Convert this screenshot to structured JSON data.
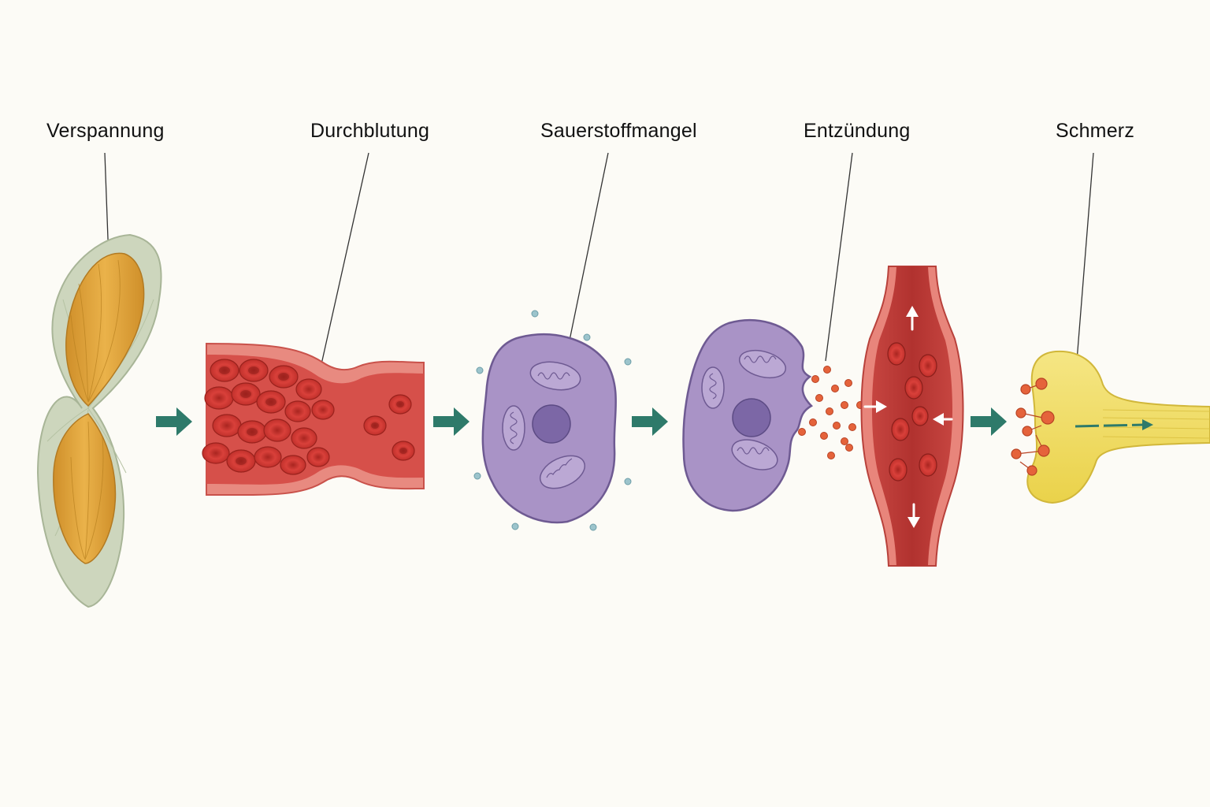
{
  "labels": {
    "tension": "Verspannung",
    "blood_flow": "Durchblutung",
    "oxygen_deficit": "Sauerstoffmangel",
    "inflammation": "Entzündung",
    "pain": "Schmerz"
  },
  "colors": {
    "background": "#fcfbf6",
    "arrow": "#2e7a6a",
    "muscle": "#e3a63a",
    "fascia": "#c9d4b8",
    "vessel": "#d24c49",
    "blood_cell": "#d63b32",
    "cell": "#a993c6",
    "nucleus": "#7c67a6",
    "oxygen_dots": "#9cc4cc",
    "mediators": "#e5633b",
    "nerve": "#f3e06a"
  },
  "stages": [
    {
      "id": "tension",
      "icon": "tense-muscle-icon"
    },
    {
      "id": "blood_flow",
      "icon": "constricted-vessel-icon"
    },
    {
      "id": "oxygen_deficit",
      "icon": "hypoxic-cell-icon"
    },
    {
      "id": "inflammation",
      "icon": "inflamed-vessel-icon"
    },
    {
      "id": "pain",
      "icon": "nerve-ending-icon"
    }
  ]
}
